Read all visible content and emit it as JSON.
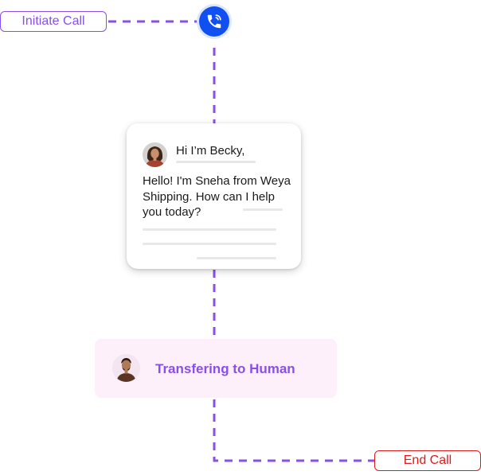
{
  "flow": {
    "start_label": "Initiate Call",
    "end_label": "End Call",
    "connector_color": "#8a4fe6",
    "start_color": "#8a4fe6",
    "end_color": "#e01919",
    "call_icon": "phone-call-icon",
    "call_icon_color": "#1150f0"
  },
  "chat": {
    "greeting": "Hi I’m Becky,",
    "message": "Hello! I'm Sneha from Weya Shipping. How can I help you today?",
    "avatar_icon": "woman-avatar"
  },
  "handoff": {
    "label": "Transfering to Human",
    "avatar_icon": "man-avatar",
    "label_color": "#8a4fe6",
    "background": "#fdf0fb"
  }
}
